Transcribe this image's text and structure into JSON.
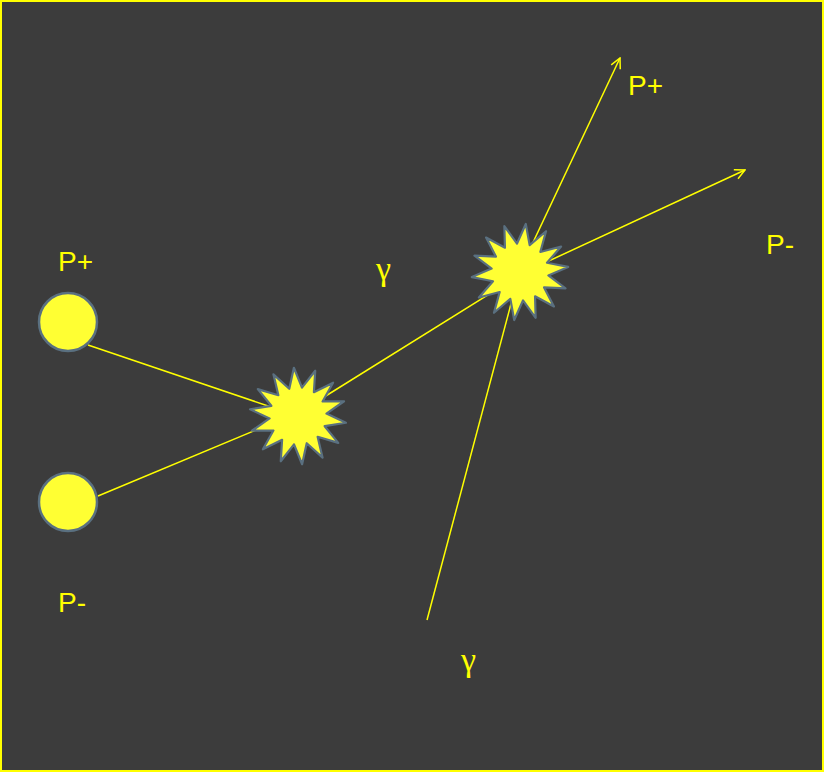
{
  "diagram": {
    "nodes": [
      {
        "text": [
          "P+"
        ]
      },
      {
        "text": [
          "P-"
        ]
      }
    ],
    "labels": [
      "P+",
      "P-",
      "γ",
      "γ"
    ]
  }
}
